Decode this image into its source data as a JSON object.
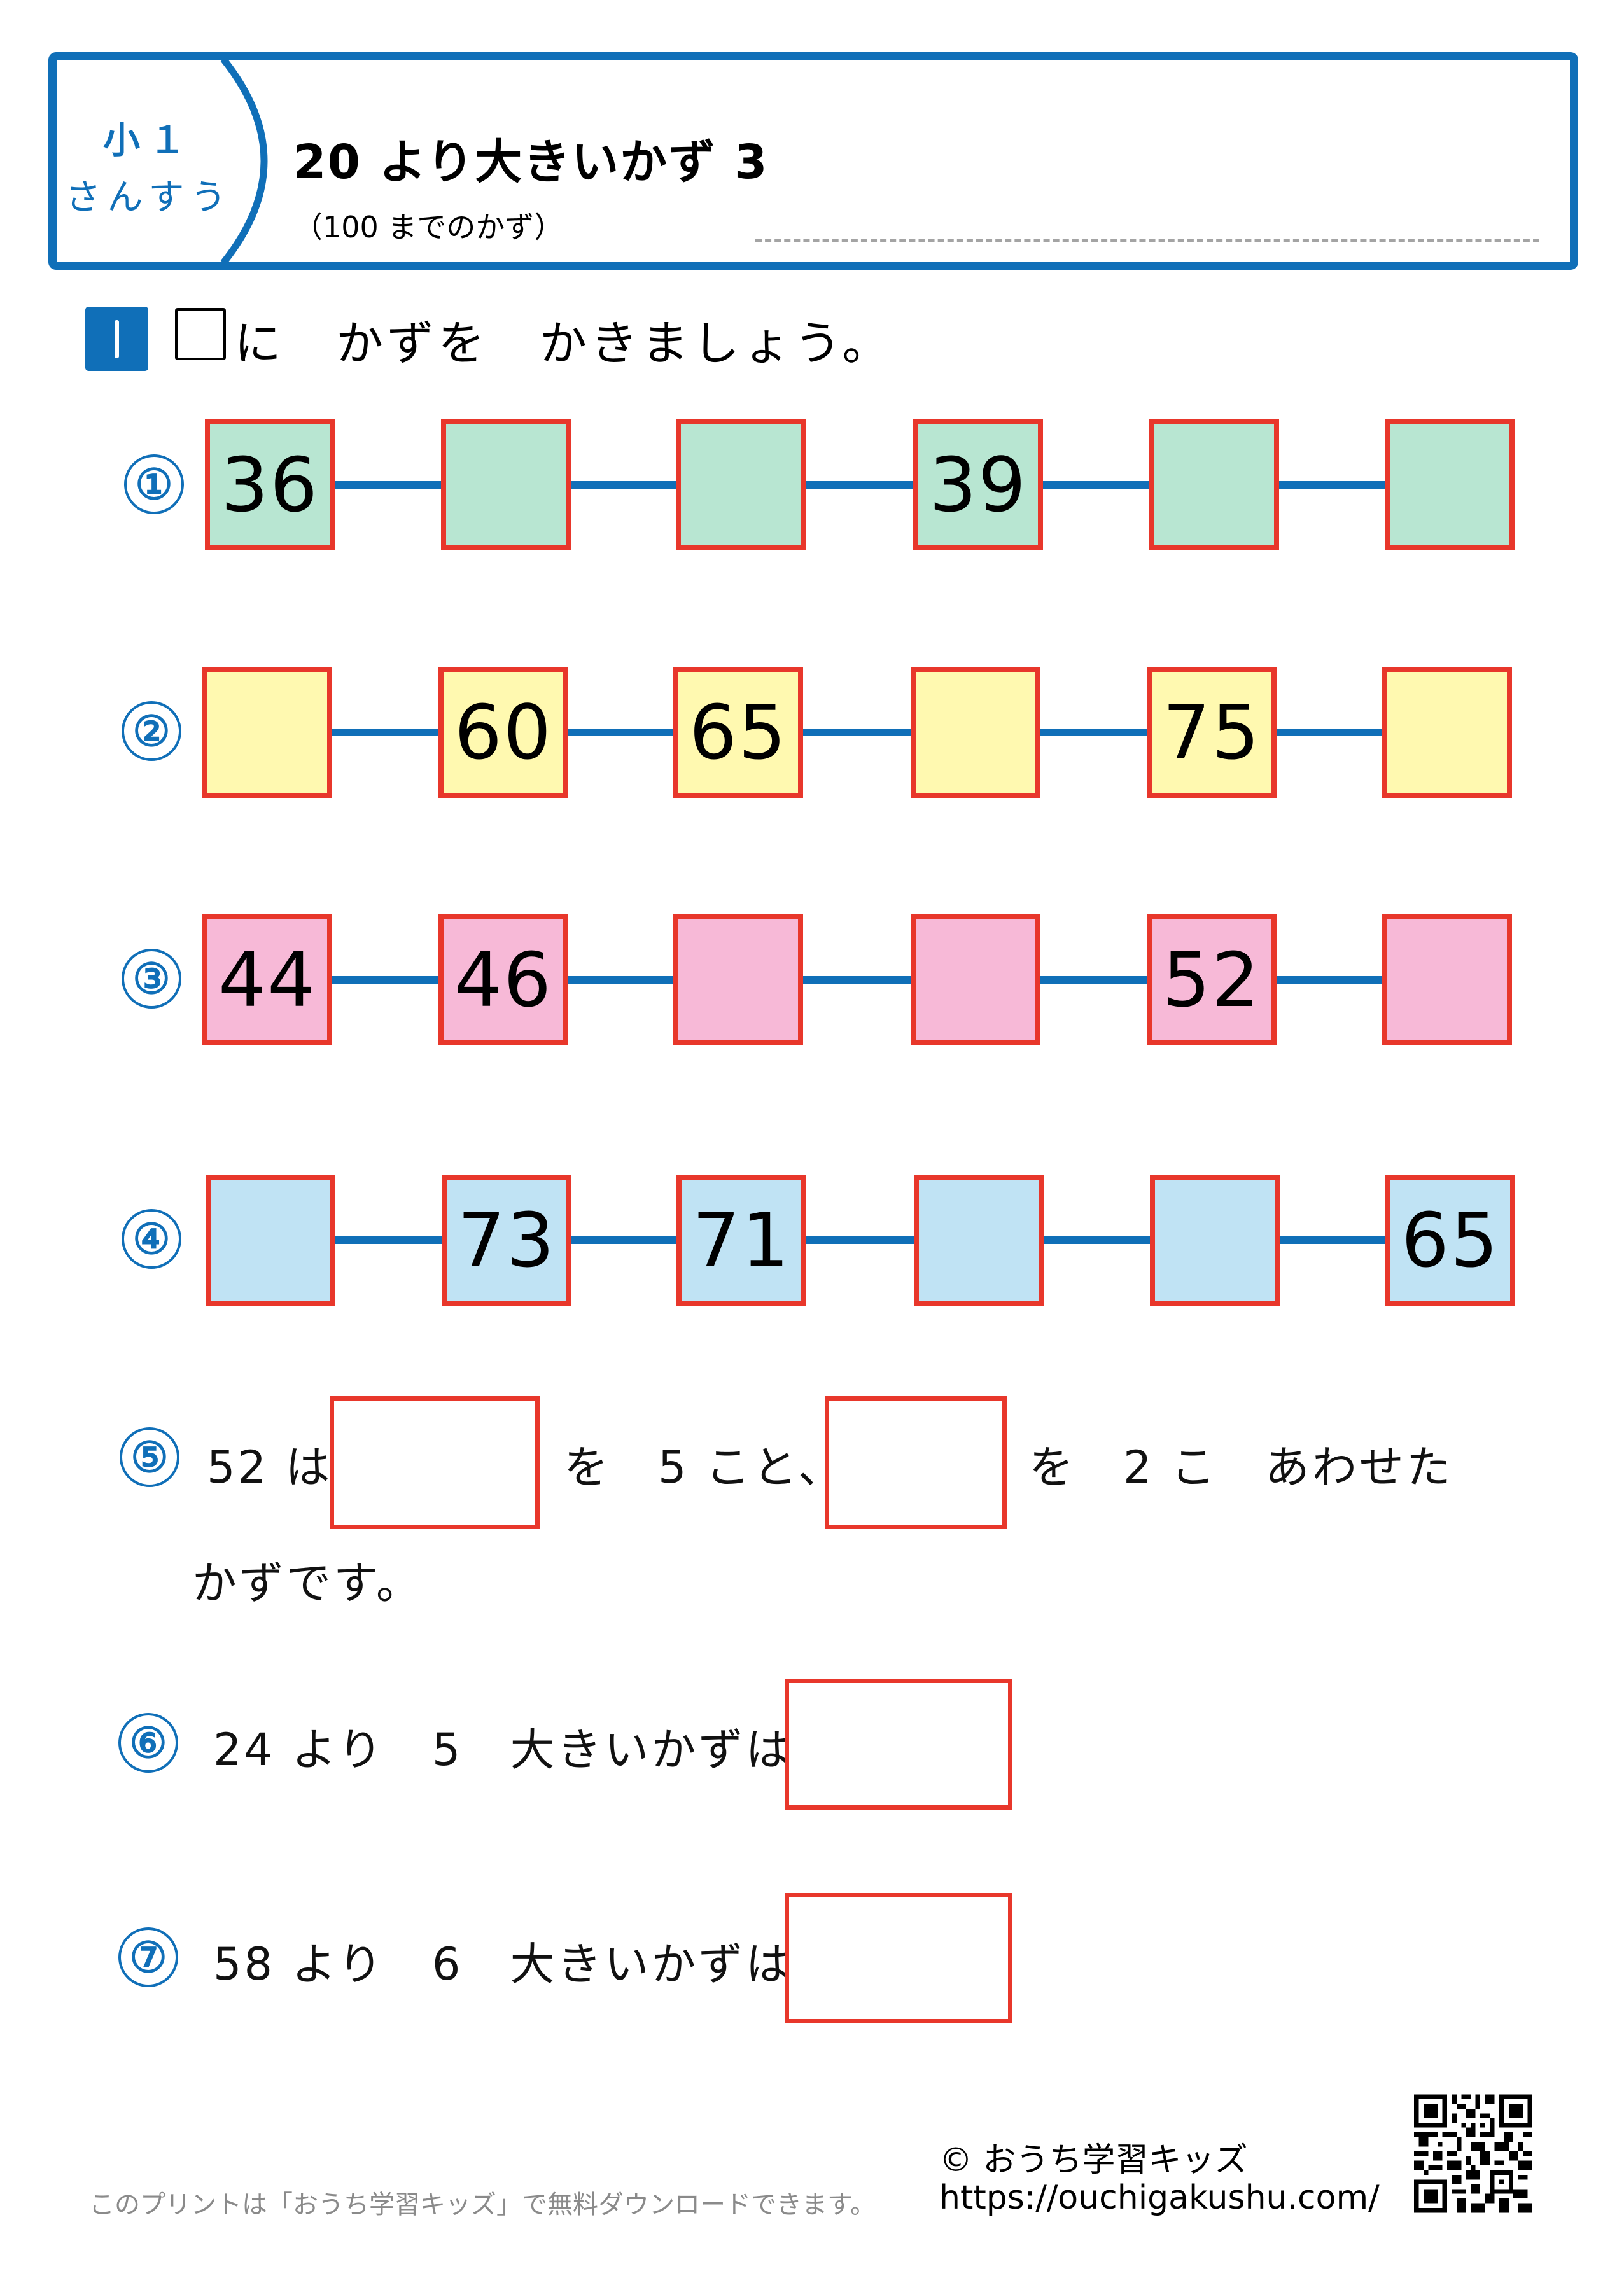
{
  "header": {
    "grade": "小１",
    "subject": "さんすう",
    "title": "20 より大きいかず 3",
    "subtitle": "（100 までのかず）"
  },
  "section": {
    "number_label": "1",
    "instruction": "に　かずを　かきましょう。"
  },
  "colors": {
    "accent_blue": "#106fb8",
    "box_border_red": "#e8372b",
    "row1_fill": "#b8e6d2",
    "row2_fill": "#fff9b0",
    "row3_fill": "#f7b9d7",
    "row4_fill": "#c0e3f4"
  },
  "sequence_rows": [
    {
      "label": "①",
      "fill": "#b8e6d2",
      "cells": [
        "36",
        "",
        "",
        "39",
        "",
        ""
      ]
    },
    {
      "label": "②",
      "fill": "#fff9b0",
      "cells": [
        "",
        "60",
        "65",
        "",
        "75",
        ""
      ]
    },
    {
      "label": "③",
      "fill": "#f7b9d7",
      "cells": [
        "44",
        "46",
        "",
        "",
        "52",
        ""
      ]
    },
    {
      "label": "④",
      "fill": "#c0e3f4",
      "cells": [
        "",
        "73",
        "71",
        "",
        "",
        "65"
      ]
    }
  ],
  "questions": {
    "q5": {
      "label": "⑤",
      "part1": "52 は",
      "part2": "を　5 こと、",
      "part3": "を　2 こ　あわせた",
      "part4": "かずです。"
    },
    "q6": {
      "label": "⑥",
      "text": "24 より　5　大きいかずは"
    },
    "q7": {
      "label": "⑦",
      "text": "58 より　6　大きいかずは"
    }
  },
  "footer": {
    "note": "このプリントは「おうち学習キッズ」で無料ダウンロードできます。",
    "copyright": "© おうち学習キッズ",
    "url": "https://ouchigakushu.com/",
    "qr_icon": "qr-code-icon"
  }
}
